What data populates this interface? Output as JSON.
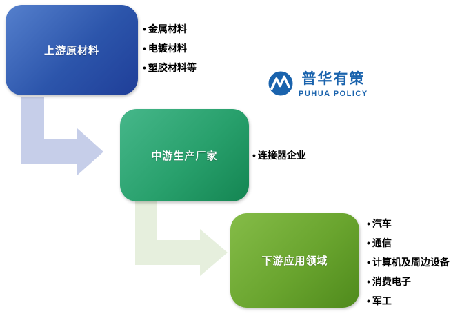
{
  "diagram": {
    "boxes": [
      {
        "id": "upstream",
        "label": "上游原材料",
        "items": [
          "金属材料",
          "电镀材料",
          "塑胶材料等"
        ]
      },
      {
        "id": "midstream",
        "label": "中游生产厂家",
        "items": [
          "连接器企业"
        ]
      },
      {
        "id": "downstream",
        "label": "下游应用领域",
        "items": [
          "汽车",
          "通信",
          "计算机及周边设备",
          "消费电子",
          "军工"
        ]
      }
    ],
    "arrows": [
      {
        "name": "upstream-to-midstream",
        "color": "#c6cee9"
      },
      {
        "name": "midstream-to-downstream",
        "color": "#e6efdd"
      }
    ]
  },
  "logo": {
    "title": "普华有策",
    "subtitle": "PUHUA POLICY",
    "color": "#1a63ad"
  },
  "colors": {
    "background": "#ffffff",
    "box_upstream": "#2c55ab",
    "box_midstream": "#28a06c",
    "box_downstream": "#69a42e",
    "item_text": "#000000"
  }
}
